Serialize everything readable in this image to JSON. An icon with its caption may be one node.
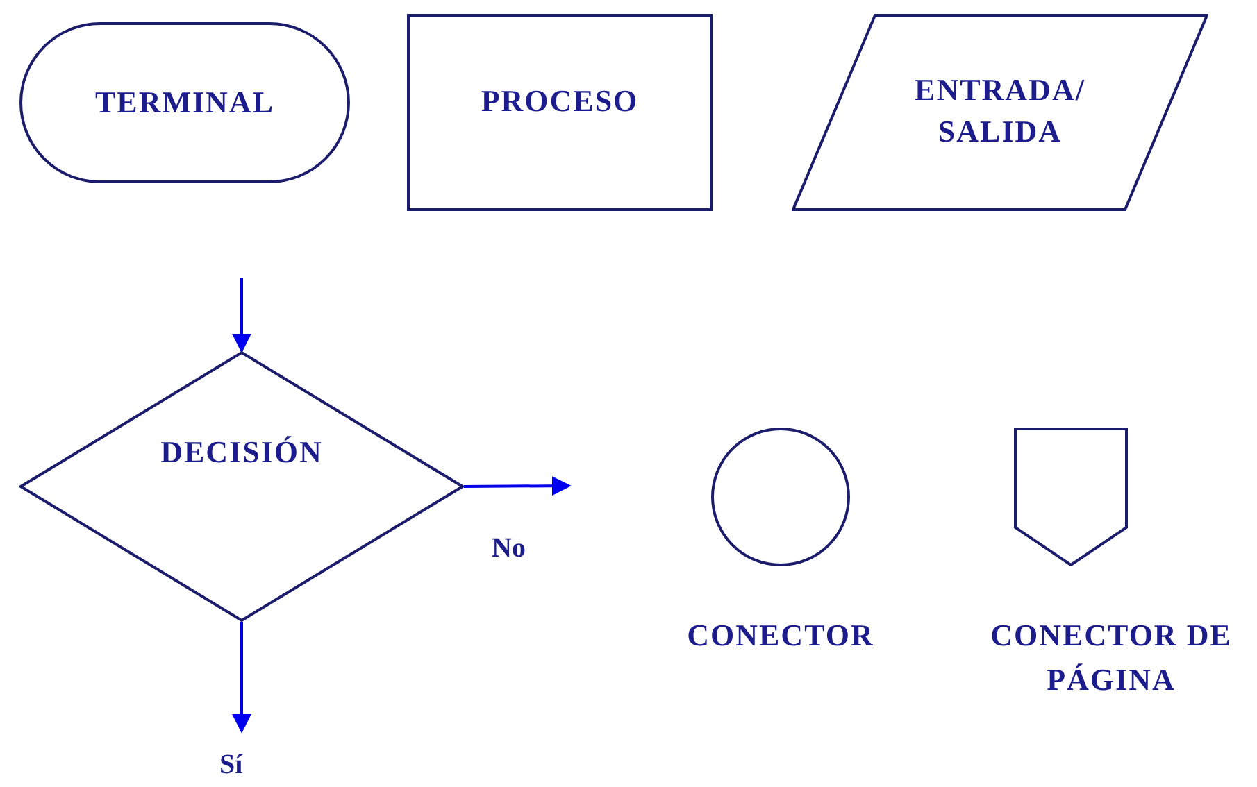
{
  "diagram": {
    "nodes": [
      {
        "text": [
          "TERMINAL"
        ]
      },
      {
        "text": [
          "PROCESO"
        ]
      },
      {
        "text": [
          "ENTRADA/ SALIDA"
        ]
      },
      {
        "text": [
          "DECISIÓN"
        ]
      },
      {
        "text": [],
        "shape": "circle",
        "beside": [
          "CONECTOR"
        ]
      },
      {
        "text": [],
        "shape": "pentagon",
        "beside": [
          "CONECTOR DE PÁGINA"
        ]
      }
    ],
    "edges": [
      {
        "from": null,
        "to": 3,
        "arrow": "to"
      },
      {
        "from": 3,
        "to": null,
        "arrow": "to",
        "label": "No"
      },
      {
        "from": 3,
        "to": null,
        "arrow": "to",
        "label": "Sí"
      }
    ]
  }
}
